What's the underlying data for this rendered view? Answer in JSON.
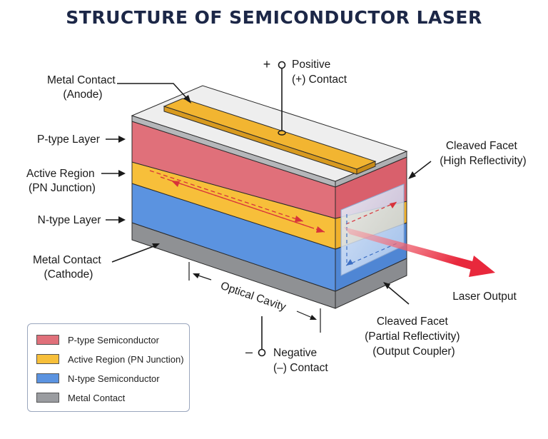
{
  "title": "STRUCTURE OF SEMICONDUCTOR LASER",
  "labels": {
    "metal_contact_anode": [
      "Metal Contact",
      "(Anode)"
    ],
    "p_type_layer": [
      "P-type Layer"
    ],
    "active_region": [
      "Active Region",
      "(PN Junction)"
    ],
    "n_type_layer": [
      "N-type Layer"
    ],
    "metal_contact_cathode": [
      "Metal Contact",
      "(Cathode)"
    ],
    "positive_contact": [
      "Positive",
      "(+) Contact"
    ],
    "positive_sign": "+",
    "cleaved_facet_high": [
      "Cleaved Facet",
      "(High Reflectivity)"
    ],
    "laser_output": "Laser Output",
    "optical_cavity": "Optical Cavity",
    "cleaved_facet_partial": [
      "Cleaved Facet",
      "(Partial Reflectivity)",
      "(Output Coupler)"
    ],
    "negative_contact": [
      "Negative",
      "(–) Contact"
    ],
    "negative_sign": "–"
  },
  "legend": [
    {
      "label": "P-type Semiconductor",
      "color": "#e0707a"
    },
    {
      "label": "Active Region (PN Junction)",
      "color": "#f7bf3a"
    },
    {
      "label": "N-type Semiconductor",
      "color": "#5b93e0"
    },
    {
      "label": "Metal Contact",
      "color": "#9a9ca0"
    }
  ],
  "colors": {
    "p_type": "#e0707a",
    "active": "#f7bf3a",
    "n_type": "#5b93e0",
    "metal": "#9a9ca0",
    "top_surface": "#eeeeee",
    "strip": "#f2b531",
    "laser": "#e8283c"
  }
}
